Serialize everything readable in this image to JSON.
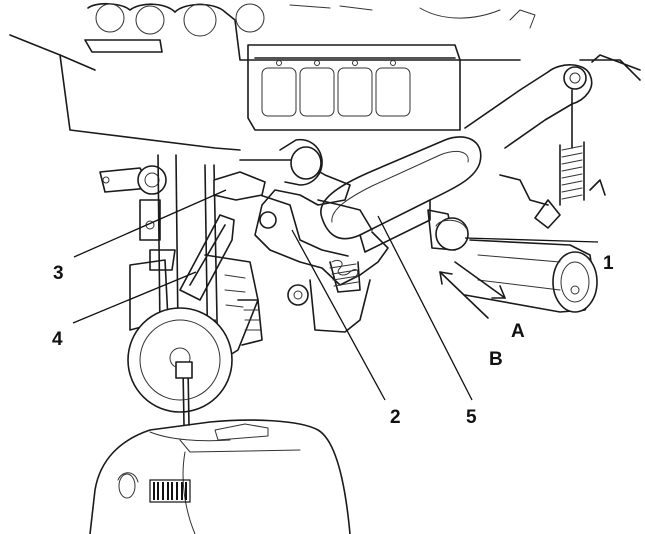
{
  "callouts": [
    {
      "id": "1",
      "label": "1"
    },
    {
      "id": "2",
      "label": "2"
    },
    {
      "id": "3",
      "label": "3"
    },
    {
      "id": "4",
      "label": "4"
    },
    {
      "id": "5",
      "label": "5"
    },
    {
      "id": "A",
      "label": "A"
    },
    {
      "id": "B",
      "label": "B"
    }
  ],
  "colors": {
    "line": "#1a1a1a",
    "background": "#ffffff"
  }
}
